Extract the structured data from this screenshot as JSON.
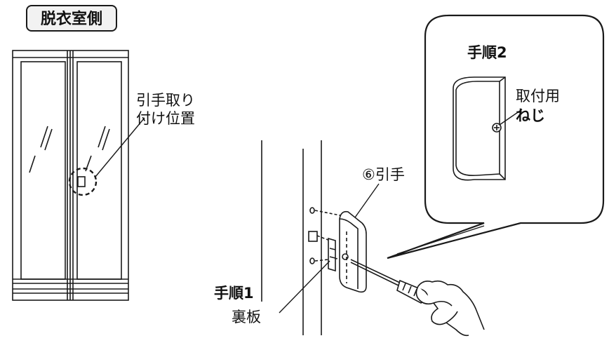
{
  "labels": {
    "side": "脱衣室側",
    "handle_position_line1": "引手取り",
    "handle_position_line2": "付け位置",
    "handle_part": "⑥引手",
    "step1": "手順1",
    "back_plate": "裏板",
    "step2": "手順2",
    "screw_line1": "取付用",
    "screw_line2": "ねじ"
  },
  "colors": {
    "line": "#1a1a1a",
    "badge_fill": "#f2f2f2",
    "background": "#ffffff"
  }
}
